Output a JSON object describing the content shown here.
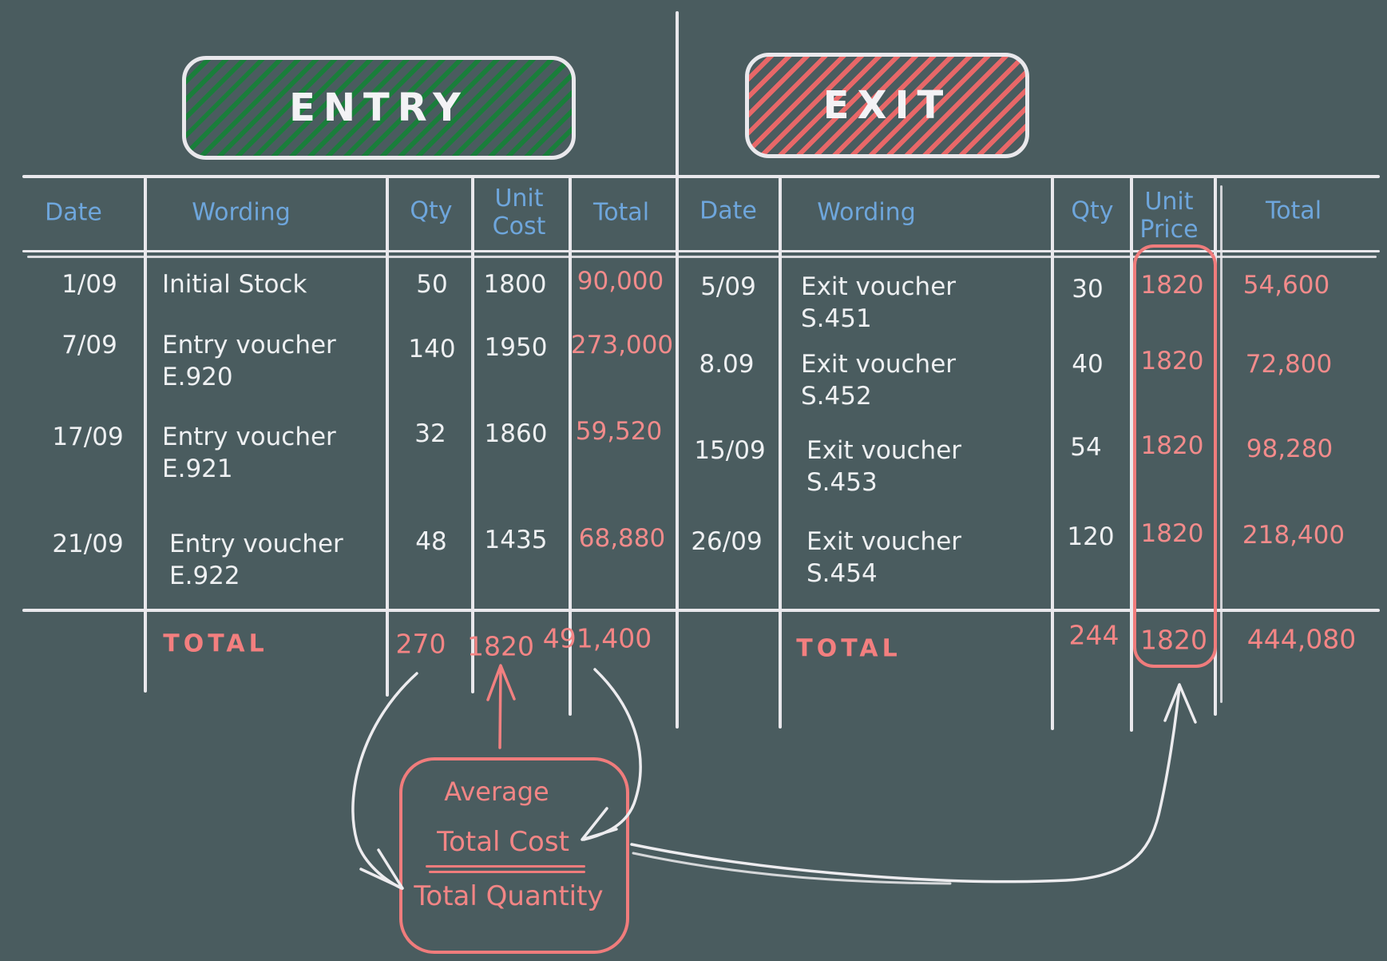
{
  "colors": {
    "background": "#4a5c5f",
    "line_white": "#e9e8ec",
    "header_blue": "#6ea6dc",
    "accent_red": "#f28080",
    "hatch_green": "#178039",
    "text_white": "#eef0f2"
  },
  "entry_table": {
    "title": "ENTRY",
    "headers": [
      "Date",
      "Wording",
      "Qty",
      "Unit Cost",
      "Total"
    ],
    "rows": [
      {
        "date": "1/09",
        "wording": "Initial Stock",
        "qty": "50",
        "unit_cost": "1800",
        "total": "90,000"
      },
      {
        "date": "7/09",
        "wording": "Entry voucher\nE.920",
        "qty": "140",
        "unit_cost": "1950",
        "total": "273,000"
      },
      {
        "date": "17/09",
        "wording": "Entry voucher\nE.921",
        "qty": "32",
        "unit_cost": "1860",
        "total": "59,520"
      },
      {
        "date": "21/09",
        "wording": "Entry voucher\nE.922",
        "qty": "48",
        "unit_cost": "1435",
        "total": "68,880"
      }
    ],
    "total_row": {
      "label": "TOTAL",
      "qty": "270",
      "unit_cost": "1820",
      "total": "491,400"
    }
  },
  "exit_table": {
    "title": "EXIT",
    "headers": [
      "Date",
      "Wording",
      "Qty",
      "Unit Price",
      "Total"
    ],
    "rows": [
      {
        "date": "5/09",
        "wording": "Exit voucher\nS.451",
        "qty": "30",
        "unit_price": "1820",
        "total": "54,600"
      },
      {
        "date": "8.09",
        "wording": "Exit voucher\nS.452",
        "qty": "40",
        "unit_price": "1820",
        "total": "72,800"
      },
      {
        "date": "15/09",
        "wording": "Exit voucher\nS.453",
        "qty": "54",
        "unit_price": "1820",
        "total": "98,280"
      },
      {
        "date": "26/09",
        "wording": "Exit voucher\nS.454",
        "qty": "120",
        "unit_price": "1820",
        "total": "218,400"
      }
    ],
    "total_row": {
      "label": "TOTAL",
      "qty": "244",
      "unit_price": "1820",
      "total": "444,080"
    }
  },
  "formula": {
    "label": "Average",
    "numerator": "Total Cost",
    "denominator": "Total Quantity"
  }
}
